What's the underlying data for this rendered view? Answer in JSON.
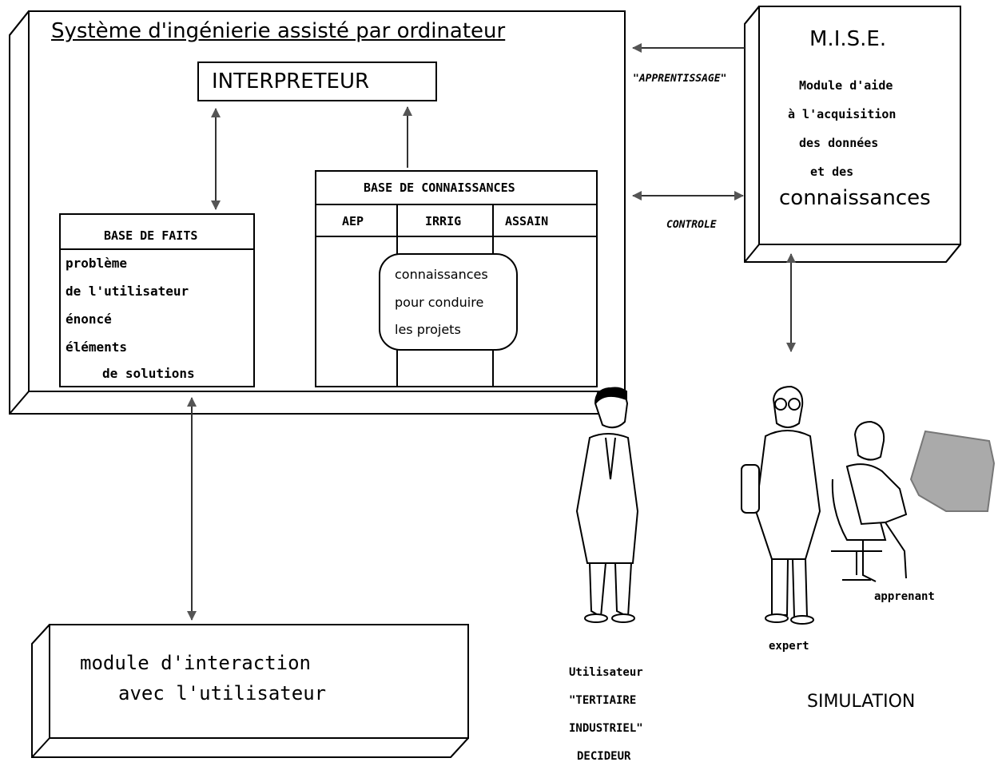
{
  "main_system": {
    "title": "Système d'ingénierie assisté par ordinateur"
  },
  "interpreteur": {
    "label": "INTERPRETEUR"
  },
  "base_de_faits": {
    "title": "BASE DE FAITS",
    "lines": [
      "problème",
      "de l'utilisateur",
      "énoncé",
      "éléments",
      "de solutions"
    ]
  },
  "base_de_connaissances": {
    "title": "BASE DE CONNAISSANCES",
    "columns": [
      "AEP",
      "IRRIG",
      "ASSAIN"
    ],
    "bubble_lines": [
      "connaissances",
      "pour conduire",
      "les projets"
    ]
  },
  "mise": {
    "title": "M.I.S.E.",
    "lines": [
      "Module d'aide",
      "à l'acquisition",
      "des données",
      "et des"
    ],
    "last_line": "connaissances"
  },
  "arrows": {
    "apprentissage": "\"APPRENTISSAGE\"",
    "controle": "CONTROLE"
  },
  "interaction_module": {
    "line1": "module d'interaction",
    "line2": "avec l'utilisateur"
  },
  "people": {
    "user_lines": [
      "Utilisateur",
      "\"TERTIAIRE",
      "INDUSTRIEL\"",
      "DECIDEUR"
    ],
    "expert": "expert",
    "apprenant": "apprenant",
    "simulation": "SIMULATION"
  }
}
